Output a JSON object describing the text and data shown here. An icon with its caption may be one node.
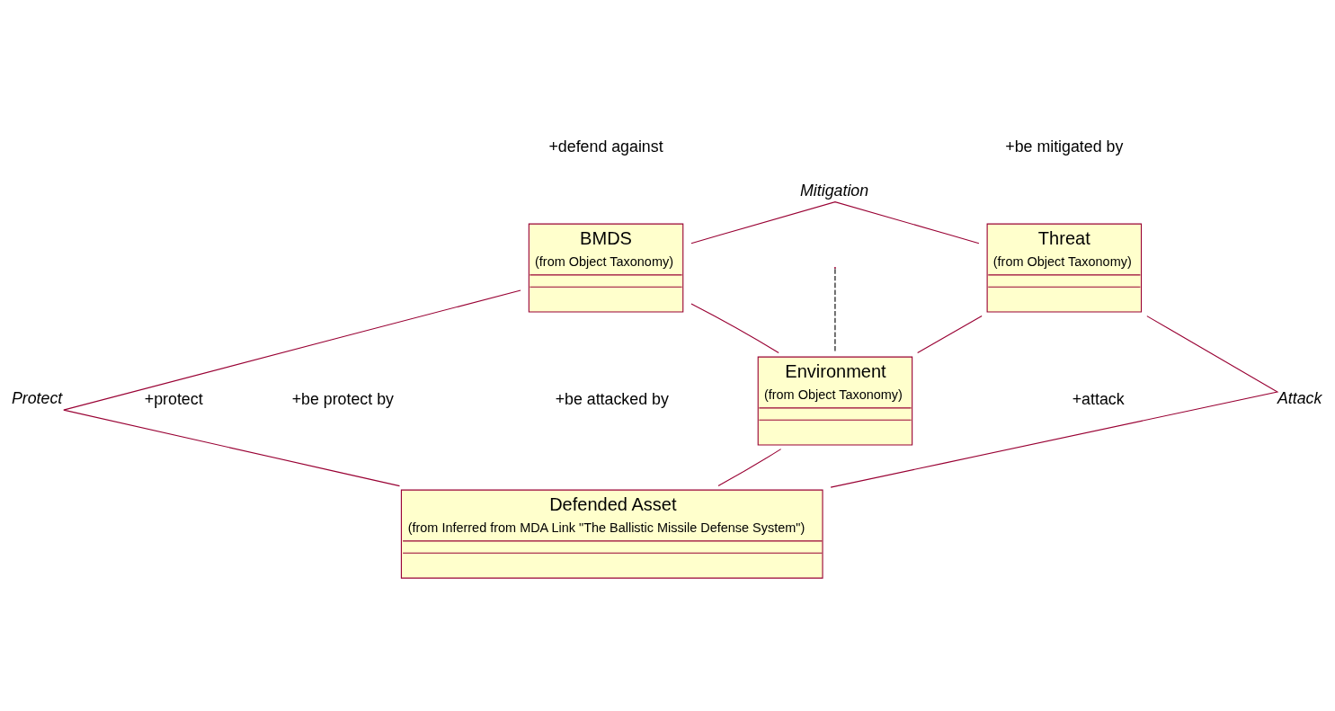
{
  "diagram": {
    "nodes": [
      {
        "text": [
          "BMDS",
          "(from Object Taxonomy)"
        ]
      },
      {
        "text": [
          "Threat",
          "(from Object Taxonomy)"
        ]
      },
      {
        "text": [
          "Environment",
          "(from Object Taxonomy)"
        ]
      },
      {
        "text": [
          "Defended Asset",
          "(from Inferred from MDA Link \"The Ballistic Missile Defense System\")"
        ]
      }
    ],
    "edges": [
      {
        "from": 0,
        "to": 1,
        "arrow": "none",
        "label": "Mitigation"
      },
      {
        "from": 0,
        "to": 2,
        "arrow": "none"
      },
      {
        "from": 1,
        "to": 2,
        "arrow": "none"
      },
      {
        "from": 0,
        "to": 3,
        "arrow": "none",
        "label": "Protect"
      },
      {
        "from": 2,
        "to": 3,
        "arrow": "none"
      },
      {
        "from": 1,
        "to": 3,
        "arrow": "none",
        "label": "Attack"
      },
      {
        "from": null,
        "to": 2,
        "arrow": "none",
        "style": "dashed",
        "color": "#000000"
      }
    ],
    "labels": [
      "+defend against",
      "+be mitigated by",
      "+protect",
      "+attack",
      "+be protect by",
      "+be attacked by"
    ]
  }
}
